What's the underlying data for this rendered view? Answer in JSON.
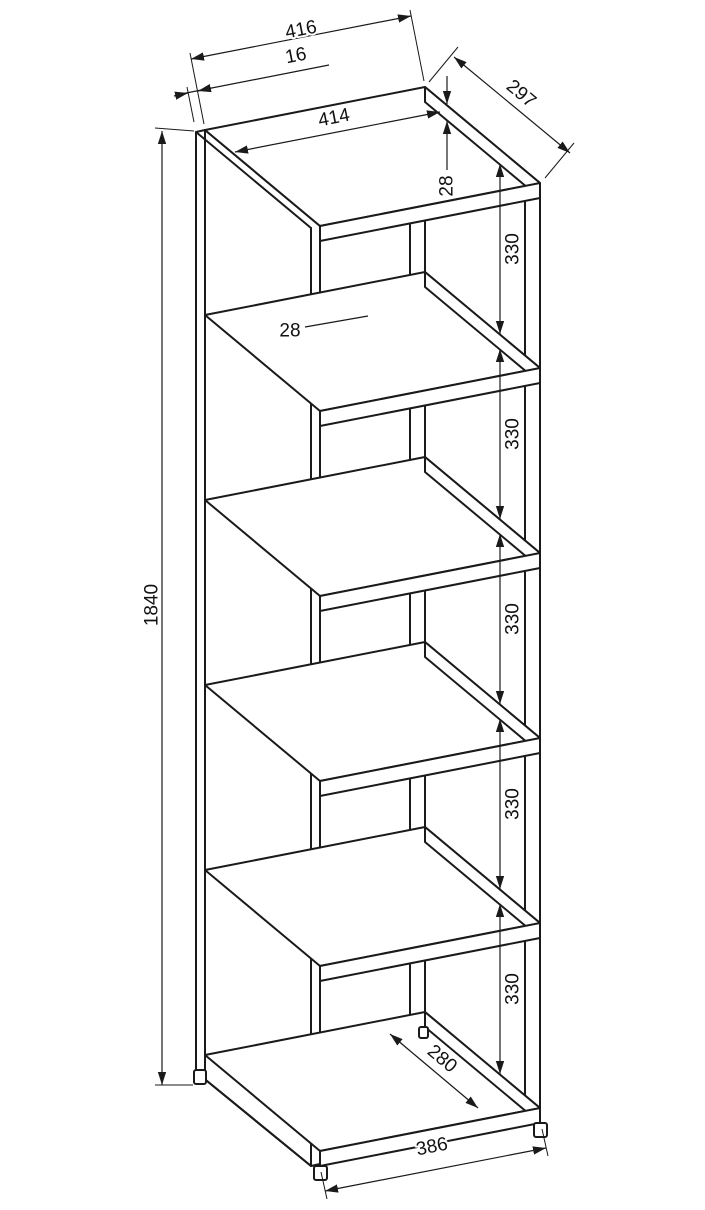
{
  "diagram": {
    "object": "shelf-unit-technical-drawing",
    "background": "#ffffff",
    "line_color": "#1a1a1a",
    "dims": {
      "top_width": "416",
      "side_panel_thickness": "16",
      "top_depth": "297",
      "inner_width": "414",
      "top_board_thickness": "28",
      "shelf_board_thickness": "28",
      "compartment_heights": [
        "330",
        "330",
        "330",
        "330",
        "330"
      ],
      "total_height": "1840",
      "bottom_inner_depth": "280",
      "bottom_board_width": "386"
    }
  }
}
